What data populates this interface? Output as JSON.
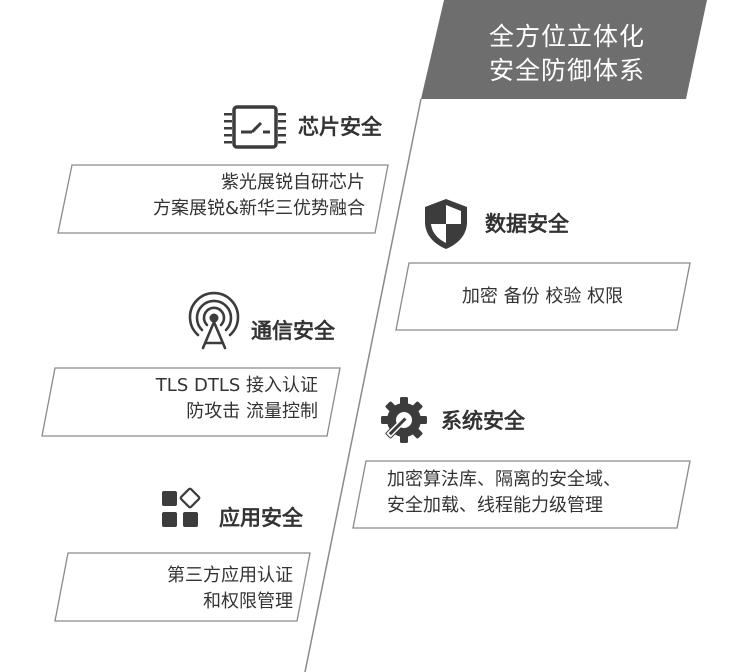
{
  "banner": {
    "line1": "全方位立体化",
    "line2": "安全防御体系",
    "color": "#6e6e6e"
  },
  "sections": {
    "chip": {
      "title": "芯片安全",
      "icon": "chip-icon",
      "line1": "紫光展锐自研芯片",
      "line2": "方案展锐&新华三优势融合"
    },
    "data": {
      "title": "数据安全",
      "icon": "shield-icon",
      "line1": "加密 备份 校验 权限"
    },
    "comm": {
      "title": "通信安全",
      "icon": "antenna-icon",
      "line1": "TLS DTLS 接入认证",
      "line2": "防攻击 流量控制"
    },
    "system": {
      "title": "系统安全",
      "icon": "gear-wrench-icon",
      "line1": "加密算法库、隔离的安全域、",
      "line2": "安全加载、线程能力级管理"
    },
    "app": {
      "title": "应用安全",
      "icon": "apps-icon",
      "line1": "第三方应用认证",
      "line2": "和权限管理"
    }
  },
  "colors": {
    "icon": "#3c3c3c",
    "line": "#8a8a8a",
    "text": "#333333"
  }
}
